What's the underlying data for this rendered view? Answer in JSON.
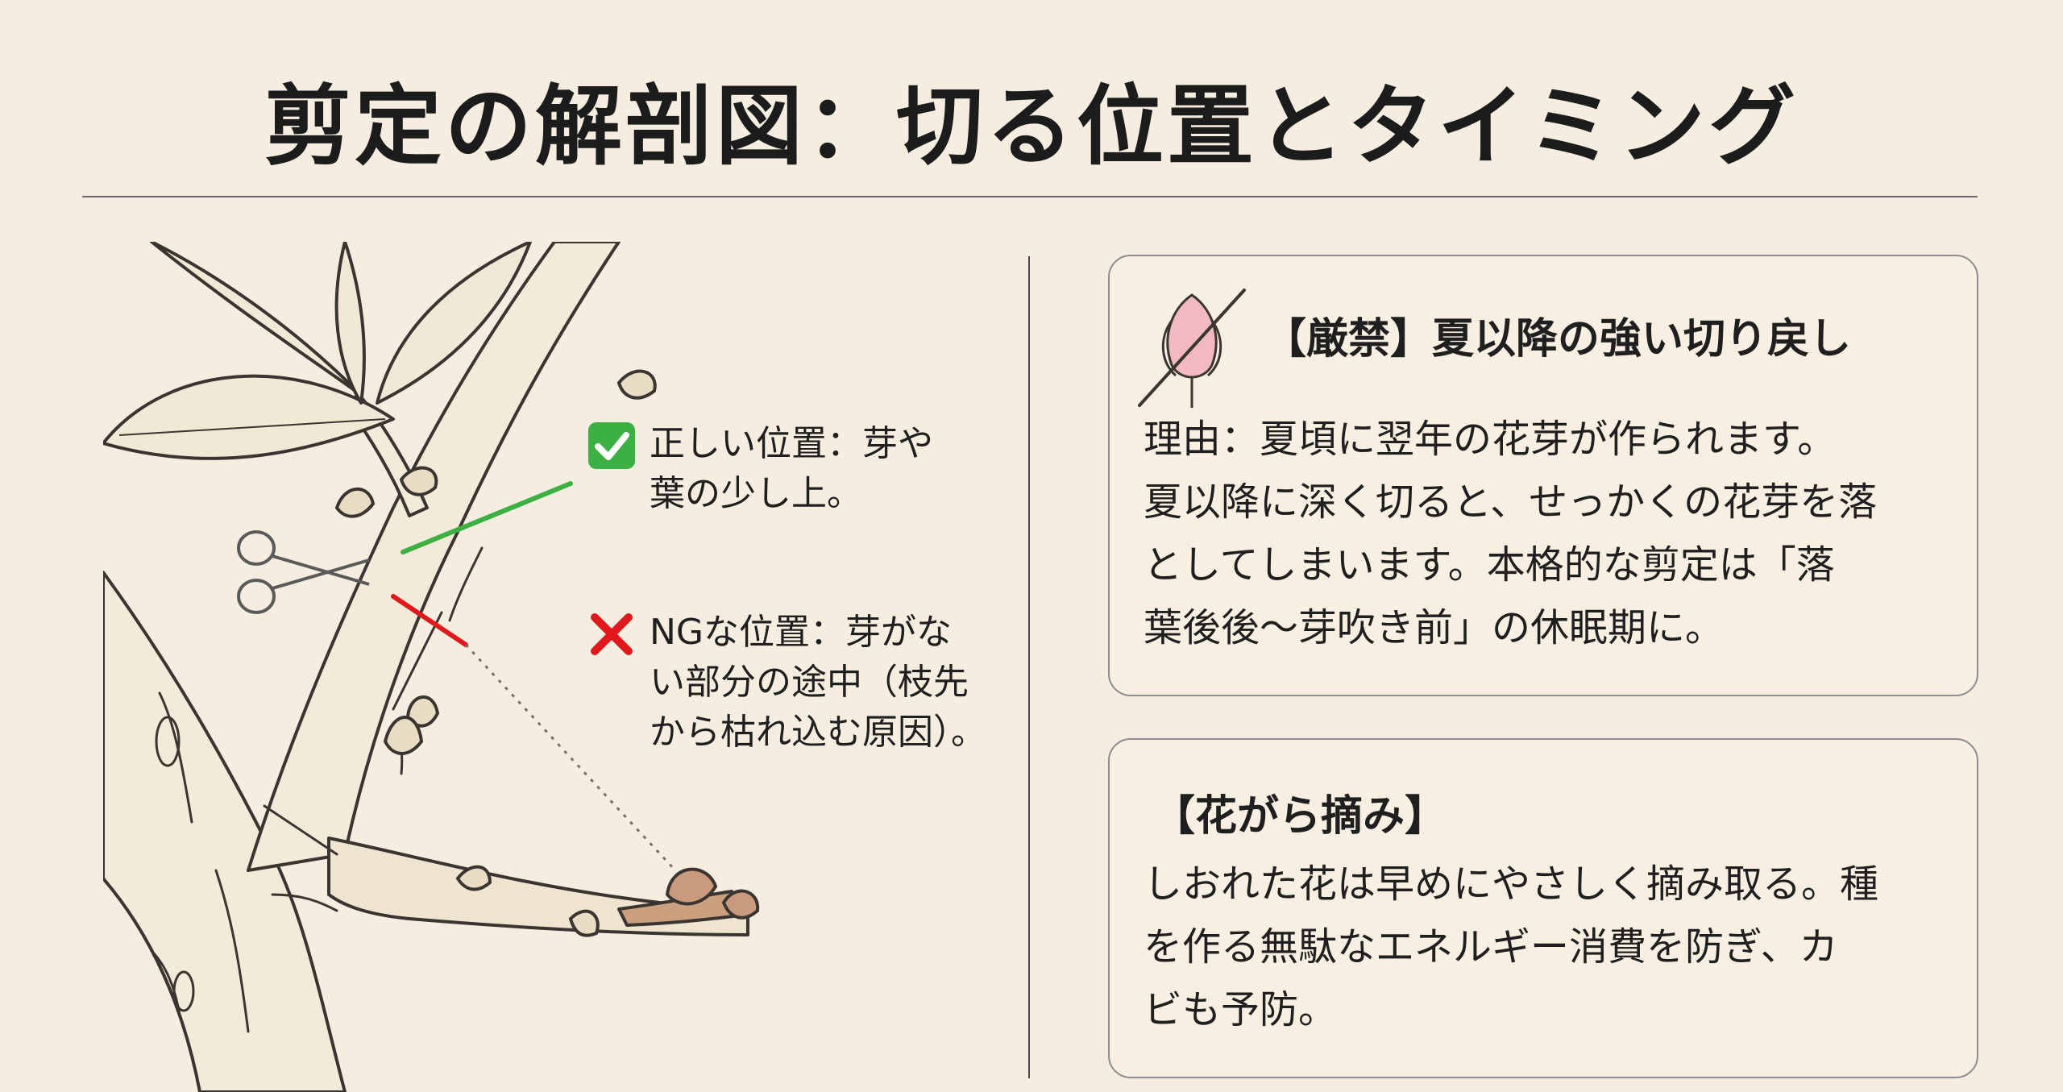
{
  "title": "剪定の解剖図：切る位置とタイミング",
  "diagram": {
    "ok_line1": "正しい位置：芽や",
    "ok_line2": "葉の少し上。",
    "ng_line1": "NGな位置：芽がな",
    "ng_line2": "い部分の途中（枝先",
    "ng_line3": "から枯れ込む原因）。",
    "ok_color": "#3cb043",
    "ng_color": "#e0191c",
    "ok_mark_icon": "green-check-icon",
    "ng_mark_icon": "red-cross-icon",
    "scissors_icon": "scissors-icon"
  },
  "cards": {
    "warning": {
      "heading": "【厳禁】夏以降の強い切り戻し",
      "icon": "no-flower-bud-icon",
      "lines": [
        "理由：夏頃に翌年の花芽が作られます。",
        "夏以降に深く切ると、せっかくの花芽を落",
        "としてしまいます。本格的な剪定は「落",
        "葉後後〜芽吹き前」の休眠期に。"
      ]
    },
    "deadheading": {
      "heading": "【花がら摘み】",
      "lines": [
        "しおれた花は早めにやさしく摘み取る。種",
        "を作る無駄なエネルギー消費を防ぎ、カ",
        "ビも予防。"
      ]
    }
  }
}
